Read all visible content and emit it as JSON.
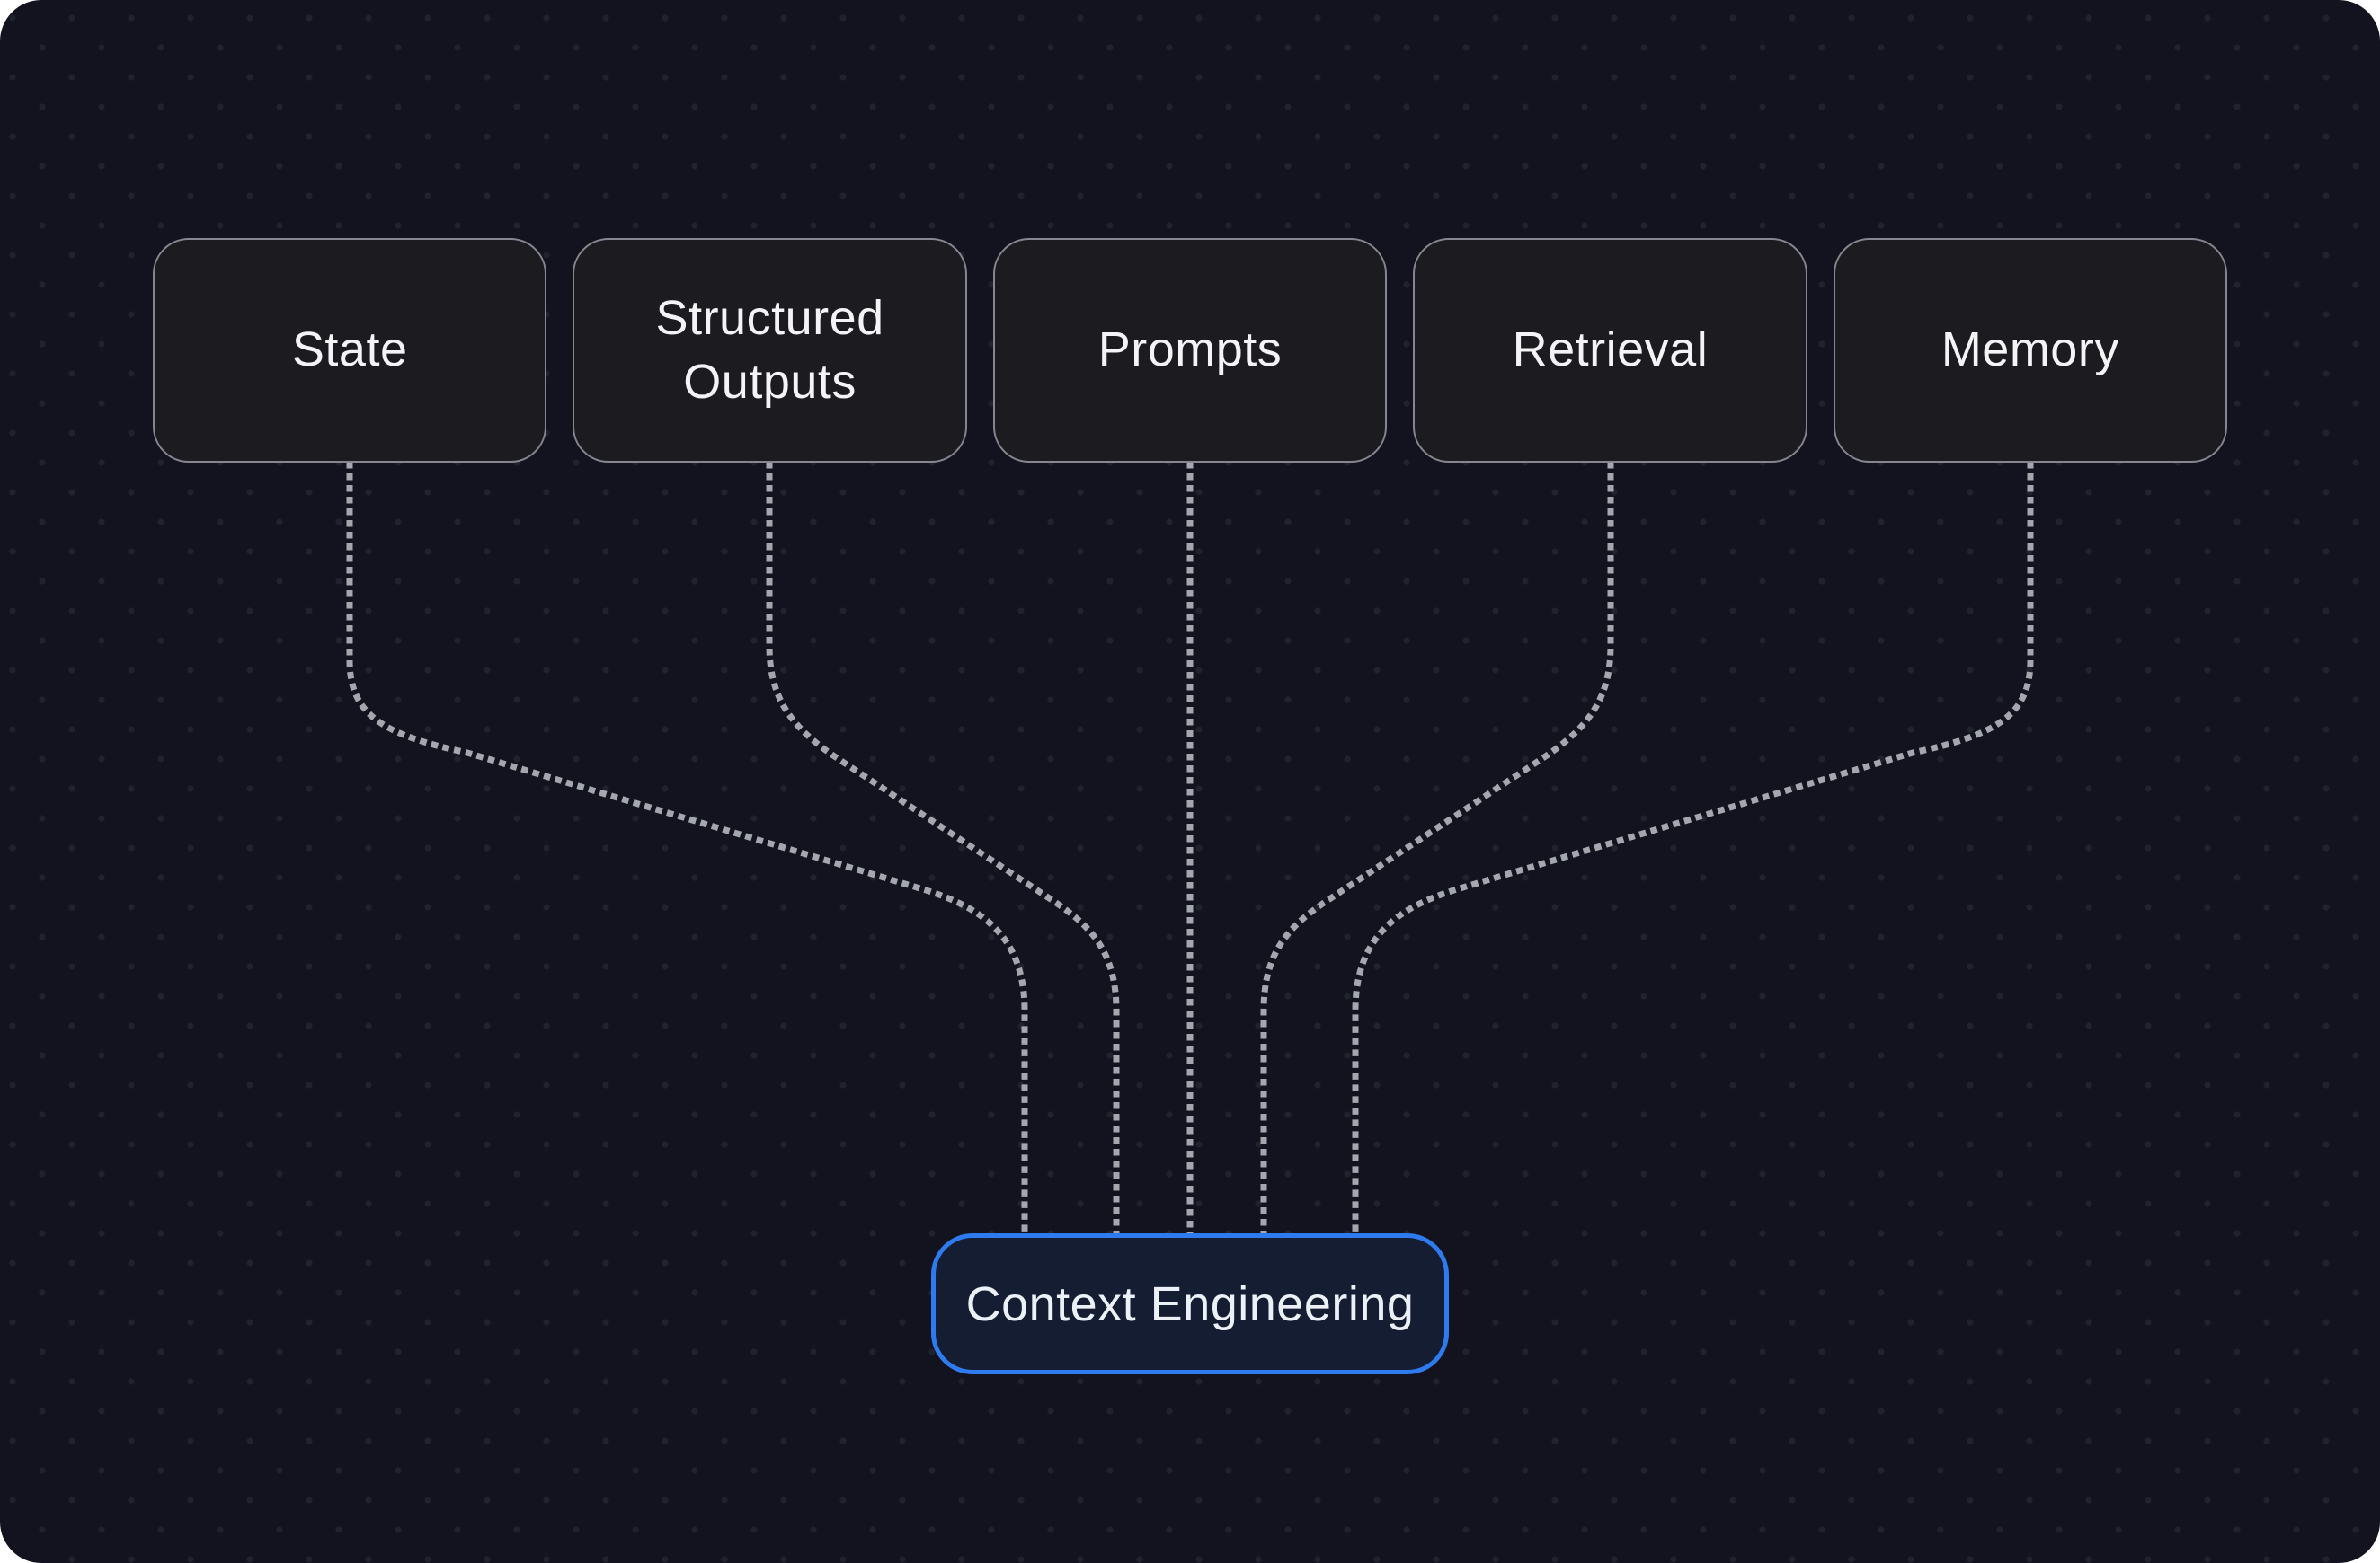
{
  "diagram": {
    "source_nodes": [
      {
        "label": "State"
      },
      {
        "label": "Structured Outputs"
      },
      {
        "label": "Prompts"
      },
      {
        "label": "Retrieval"
      },
      {
        "label": "Memory"
      }
    ],
    "target_node": {
      "label": "Context Engineering"
    },
    "edges": [
      {
        "from": "State",
        "to": "Context Engineering"
      },
      {
        "from": "Structured Outputs",
        "to": "Context Engineering"
      },
      {
        "from": "Prompts",
        "to": "Context Engineering"
      },
      {
        "from": "Retrieval",
        "to": "Context Engineering"
      },
      {
        "from": "Memory",
        "to": "Context Engineering"
      }
    ],
    "connector_style": "dotted",
    "colors": {
      "background": "#12131e",
      "dot": "#20222e",
      "node_fill": "#1b1b20",
      "node_border": "#85868f",
      "target_fill": "#141d31",
      "target_border": "#2e7bf0",
      "connector": "#a5a7af",
      "text": "#f4f4f6"
    }
  }
}
